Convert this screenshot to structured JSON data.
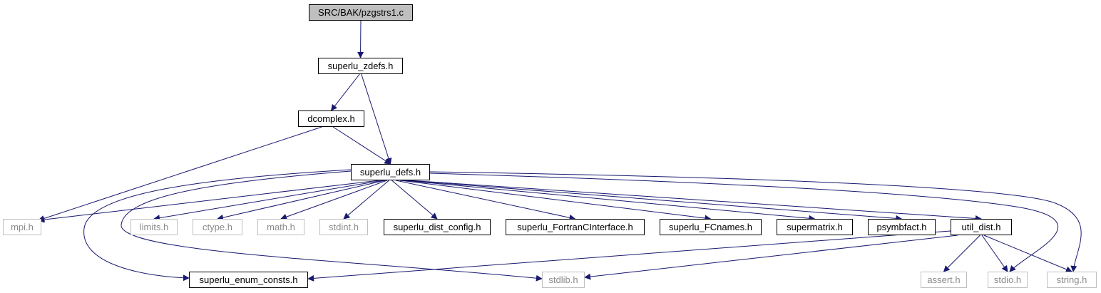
{
  "graph": {
    "edge_color": "#191970",
    "root_fill": "#bfbfbf",
    "external_border": "#bfbfbf",
    "nodes": [
      {
        "id": "root",
        "label": "SRC/BAK/pzgstrs1.c",
        "kind": "root"
      },
      {
        "id": "zdefs",
        "label": "superlu_zdefs.h",
        "kind": "documented"
      },
      {
        "id": "dcomplex",
        "label": "dcomplex.h",
        "kind": "documented"
      },
      {
        "id": "defs",
        "label": "superlu_defs.h",
        "kind": "documented"
      },
      {
        "id": "mpi",
        "label": "mpi.h",
        "kind": "external"
      },
      {
        "id": "limits",
        "label": "limits.h",
        "kind": "external"
      },
      {
        "id": "ctype",
        "label": "ctype.h",
        "kind": "external"
      },
      {
        "id": "math",
        "label": "math.h",
        "kind": "external"
      },
      {
        "id": "stdint",
        "label": "stdint.h",
        "kind": "external"
      },
      {
        "id": "dist_config",
        "label": "superlu_dist_config.h",
        "kind": "documented"
      },
      {
        "id": "fortran",
        "label": "superlu_FortranCInterface.h",
        "kind": "documented"
      },
      {
        "id": "fcnames",
        "label": "superlu_FCnames.h",
        "kind": "documented"
      },
      {
        "id": "supermatrix",
        "label": "supermatrix.h",
        "kind": "documented"
      },
      {
        "id": "psymbfact",
        "label": "psymbfact.h",
        "kind": "documented"
      },
      {
        "id": "util_dist",
        "label": "util_dist.h",
        "kind": "documented"
      },
      {
        "id": "enum_consts",
        "label": "superlu_enum_consts.h",
        "kind": "documented"
      },
      {
        "id": "stdlib",
        "label": "stdlib.h",
        "kind": "external"
      },
      {
        "id": "assert",
        "label": "assert.h",
        "kind": "external"
      },
      {
        "id": "stdio",
        "label": "stdio.h",
        "kind": "external"
      },
      {
        "id": "string",
        "label": "string.h",
        "kind": "external"
      }
    ],
    "edges": [
      [
        "root",
        "zdefs"
      ],
      [
        "zdefs",
        "dcomplex"
      ],
      [
        "zdefs",
        "defs"
      ],
      [
        "dcomplex",
        "defs"
      ],
      [
        "dcomplex",
        "mpi"
      ],
      [
        "defs",
        "mpi"
      ],
      [
        "defs",
        "limits"
      ],
      [
        "defs",
        "ctype"
      ],
      [
        "defs",
        "math"
      ],
      [
        "defs",
        "stdint"
      ],
      [
        "defs",
        "dist_config"
      ],
      [
        "defs",
        "fortran"
      ],
      [
        "defs",
        "fcnames"
      ],
      [
        "defs",
        "supermatrix"
      ],
      [
        "defs",
        "psymbfact"
      ],
      [
        "defs",
        "util_dist"
      ],
      [
        "defs",
        "enum_consts"
      ],
      [
        "defs",
        "stdlib"
      ],
      [
        "defs",
        "stdio"
      ],
      [
        "defs",
        "string"
      ],
      [
        "util_dist",
        "enum_consts"
      ],
      [
        "util_dist",
        "stdlib"
      ],
      [
        "util_dist",
        "assert"
      ],
      [
        "util_dist",
        "stdio"
      ],
      [
        "util_dist",
        "string"
      ]
    ]
  }
}
